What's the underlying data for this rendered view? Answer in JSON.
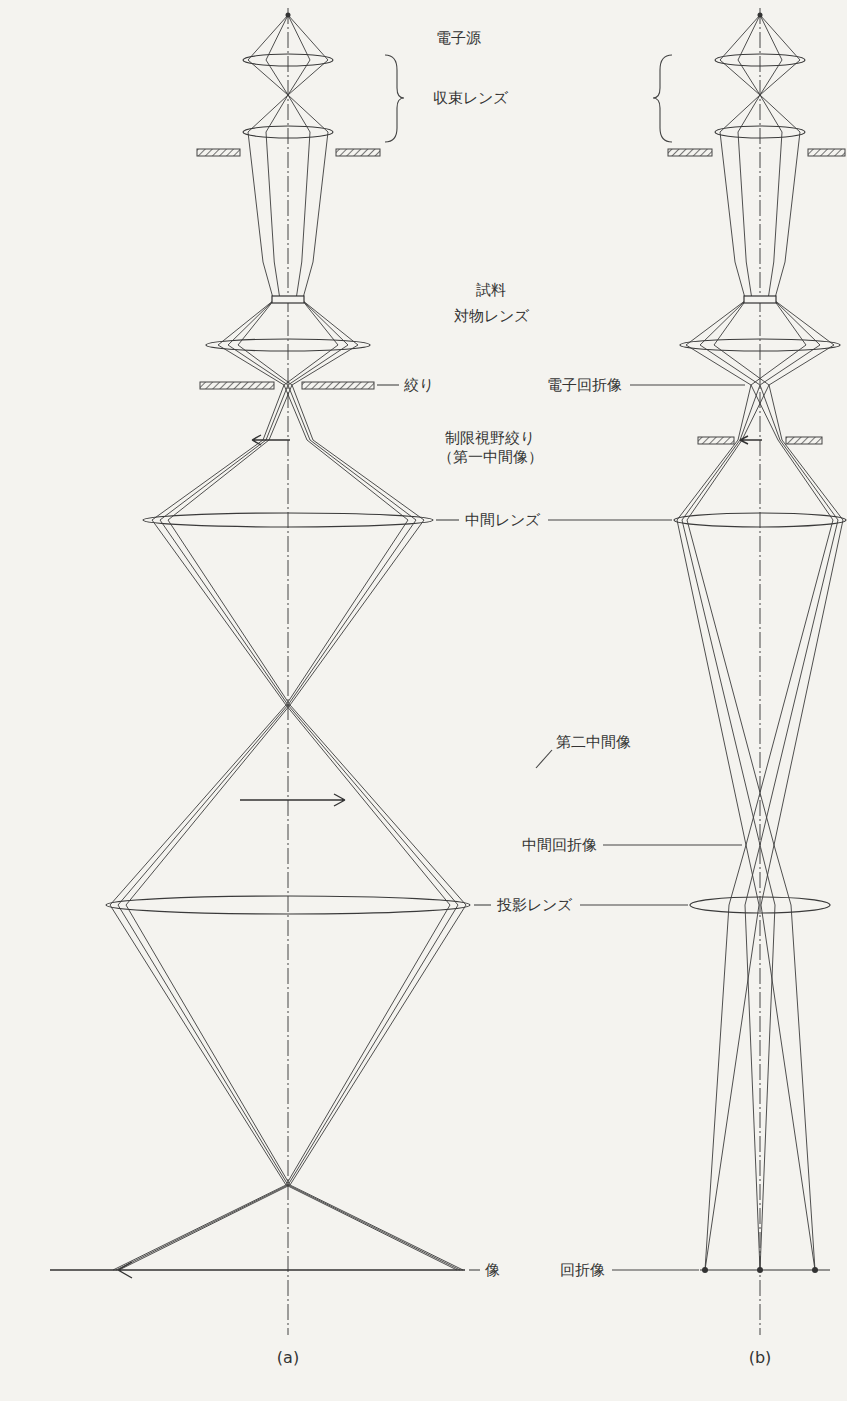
{
  "diagram": {
    "labels": [
      "電子源",
      "収束レンズ",
      "試料",
      "対物レンズ",
      "絞り",
      "電子回折像",
      "制限視野絞り （第一中間像）",
      "中間レンズ",
      "第二中間像",
      "中間回折像",
      "投影レンズ",
      "像",
      "回折像",
      "(a)",
      "(b)"
    ]
  }
}
